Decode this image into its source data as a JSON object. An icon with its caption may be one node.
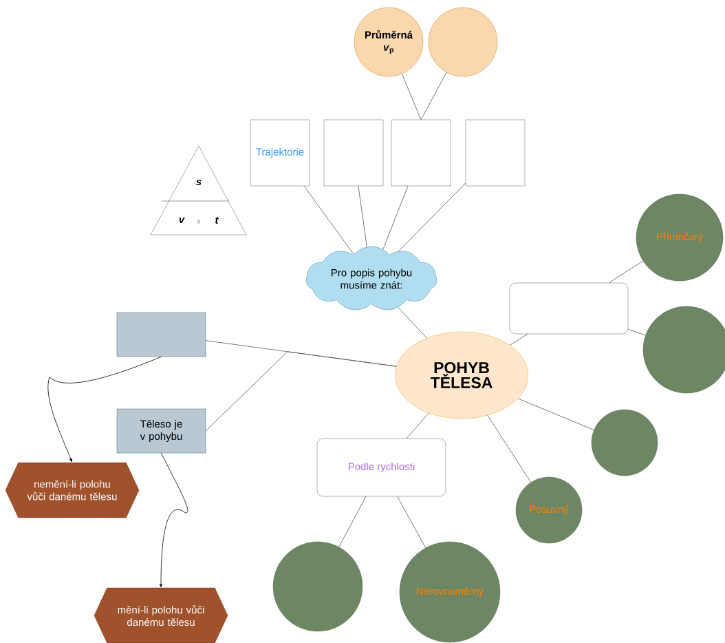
{
  "diagram": {
    "nodes": [
      {
        "text": [
          "Průměrná *v*$_{p}$"
        ]
      },
      {
        "text": [],
        "shape": "circle"
      },
      {
        "text": [
          "s",
          "v",
          "x",
          "t"
        ]
      },
      {
        "text": [
          "Trajektorie"
        ]
      },
      {
        "text": [],
        "shape": "box"
      },
      {
        "text": [],
        "shape": "box"
      },
      {
        "text": [],
        "shape": "box"
      },
      {
        "text": [
          "Pro popis pohybu musíme znát:"
        ]
      },
      {
        "text": [],
        "shape": "box"
      },
      {
        "text": [
          "Přímočarý"
        ]
      },
      {
        "text": [],
        "shape": "circle"
      },
      {
        "text": [],
        "shape": "box"
      },
      {
        "text": [
          "POHYB TĚLESA"
        ]
      },
      {
        "text": [
          "Těleso je v pohybu"
        ]
      },
      {
        "text": [],
        "shape": "circle"
      },
      {
        "text": [
          "Podle rychlosti"
        ]
      },
      {
        "text": [
          "nemění-li polohu vůči danému tělesu"
        ]
      },
      {
        "text": [
          "Posuvný"
        ]
      },
      {
        "text": [
          "mění-li polohu vůči danému tělesu"
        ]
      },
      {
        "text": [],
        "shape": "circle"
      },
      {
        "text": [
          "Nerovnoměrný"
        ]
      }
    ],
    "edges": [
      {
        "from": 0,
        "to": 5,
        "arrow": "none"
      },
      {
        "from": 1,
        "to": 5,
        "arrow": "none"
      },
      {
        "from": 3,
        "to": 7,
        "arrow": "none"
      },
      {
        "from": 4,
        "to": 7,
        "arrow": "none"
      },
      {
        "from": 5,
        "to": 7,
        "arrow": "none"
      },
      {
        "from": 6,
        "to": 7,
        "arrow": "none"
      },
      {
        "from": 7,
        "to": 12,
        "arrow": "none"
      },
      {
        "from": 12,
        "to": 8,
        "arrow": "none"
      },
      {
        "from": 8,
        "to": 9,
        "arrow": "none"
      },
      {
        "from": 8,
        "to": 10,
        "arrow": "none"
      },
      {
        "from": 11,
        "to": 12,
        "arrow": "none"
      },
      {
        "from": 13,
        "to": 12,
        "arrow": "none"
      },
      {
        "from": 12,
        "to": 15,
        "arrow": "none"
      },
      {
        "from": 12,
        "to": 14,
        "arrow": "none"
      },
      {
        "from": 12,
        "to": 17,
        "arrow": "none"
      },
      {
        "from": 15,
        "to": 19,
        "arrow": "none"
      },
      {
        "from": 15,
        "to": 20,
        "arrow": "none"
      },
      {
        "from": 11,
        "to": 16,
        "arrow": "to",
        "color": "#000000"
      },
      {
        "from": 13,
        "to": 18,
        "arrow": "to",
        "color": "#000000"
      }
    ]
  }
}
